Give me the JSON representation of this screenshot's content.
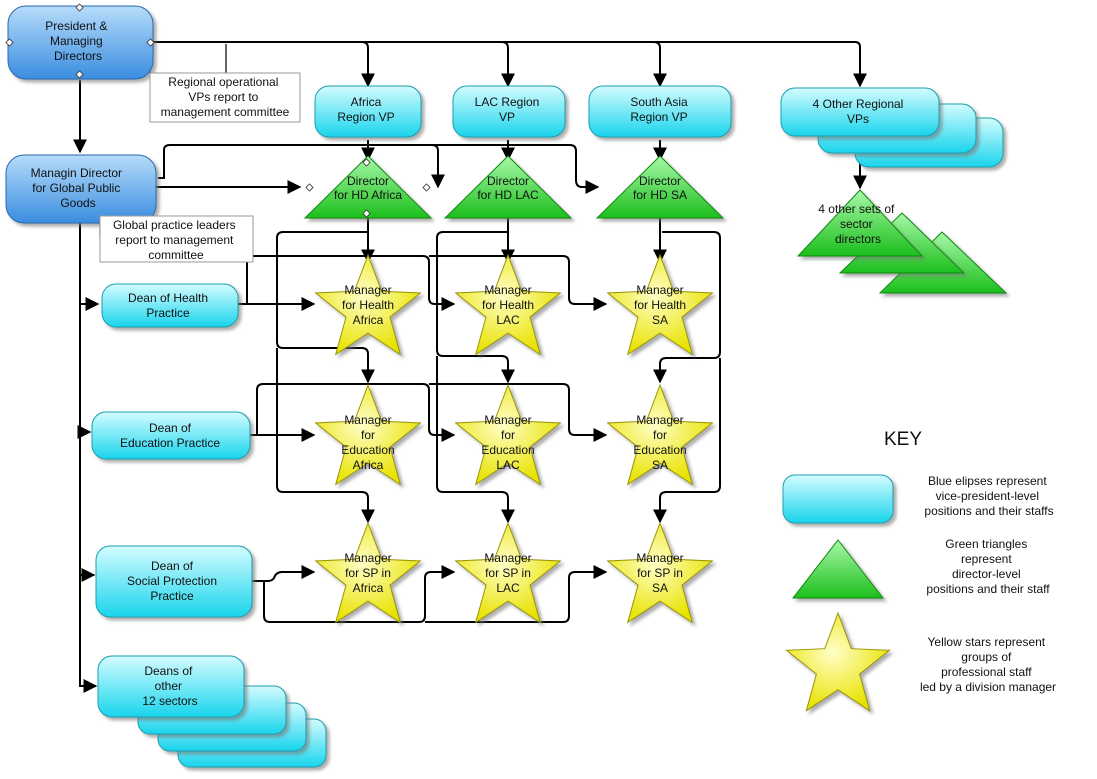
{
  "colors": {
    "top_blue_light": "#a9d4f7",
    "top_blue_dark": "#3d8fe0",
    "cyan_light": "#c8faff",
    "cyan_dark": "#1cd6ee",
    "green_light": "#9cf59c",
    "green_dark": "#1ec21e",
    "yellow_light": "#ffffb8",
    "yellow_dark": "#e6e000",
    "line": "#000000"
  },
  "executives": {
    "president": [
      "President &",
      "Managing",
      "Directors"
    ],
    "managing_director_gpg": [
      "Managin Director",
      "for Global Public",
      "Goods"
    ]
  },
  "notes": {
    "regional_vps": [
      "Regional operational",
      "VPs report to",
      "management committee"
    ],
    "practice_leaders": [
      "Global practice leaders",
      "report to management",
      "committee"
    ]
  },
  "regional_vps": [
    [
      "Africa",
      "Region VP"
    ],
    [
      "LAC Region",
      "VP"
    ],
    [
      "South Asia",
      "Region VP"
    ]
  ],
  "other_vps": [
    "4 Other Regional",
    "VPs"
  ],
  "directors": [
    [
      "Director",
      "for HD Africa"
    ],
    [
      "Director",
      "for HD LAC"
    ],
    [
      "Director",
      "for HD SA"
    ]
  ],
  "other_directors": [
    "4 other sets of",
    "sector",
    "directors"
  ],
  "deans": [
    [
      "Dean of Health",
      "Practice"
    ],
    [
      "Dean of",
      "Education Practice"
    ],
    [
      "Dean of",
      "Social Protection",
      "Practice"
    ]
  ],
  "other_deans": [
    "Deans of",
    "other",
    "12 sectors"
  ],
  "managers": [
    [
      [
        "Manager",
        "for Health",
        "Africa"
      ],
      [
        "Manager",
        "for Health",
        "LAC"
      ],
      [
        "Manager",
        "for Health",
        "SA"
      ]
    ],
    [
      [
        "Manager",
        "for",
        "Education",
        "Africa"
      ],
      [
        "Manager",
        "for",
        "Education",
        "LAC"
      ],
      [
        "Manager",
        "for",
        "Education",
        "SA"
      ]
    ],
    [
      [
        "Manager",
        "for SP in",
        "Africa"
      ],
      [
        "Manager",
        "for SP in",
        "LAC"
      ],
      [
        "Manager",
        "for SP in",
        "SA"
      ]
    ]
  ],
  "key": {
    "title": "KEY",
    "blue": [
      "Blue elipses represent",
      "vice-president-level",
      "positions and their staffs"
    ],
    "green": [
      "Green triangles",
      "represent",
      "director-level",
      "positions and their staff"
    ],
    "yellow": [
      "Yellow stars represent",
      "groups of",
      "professional staff",
      "led by a division manager"
    ]
  }
}
